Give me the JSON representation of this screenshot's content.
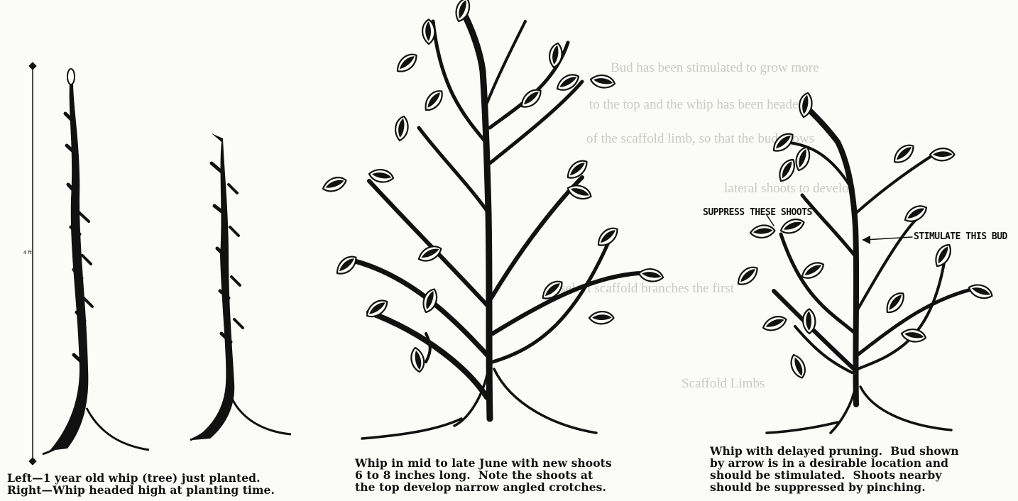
{
  "captions": {
    "fig1": "Left—1 year old whip (tree) just planted.\nRight—Whip headed high at planting time.",
    "fig2": "Whip in mid to late June with new shoots\n6 to 8 inches long.  Note the shoots at\nthe top develop narrow angled crotches.",
    "fig3": "Whip with delayed pruning.  Bud shown\nby arrow is in a desirable location and\nshould be stimulated.  Shoots nearby\nshould be suppressed by pinching."
  },
  "labels": {
    "suppress": "SUPPRESS THESE SHOOTS",
    "stimulate": "STIMULATE THIS BUD",
    "measure": "4 ft"
  },
  "colors": {
    "ink": "#111111",
    "paper": "#fbfbf8",
    "bleed": "#c9c9c4"
  }
}
